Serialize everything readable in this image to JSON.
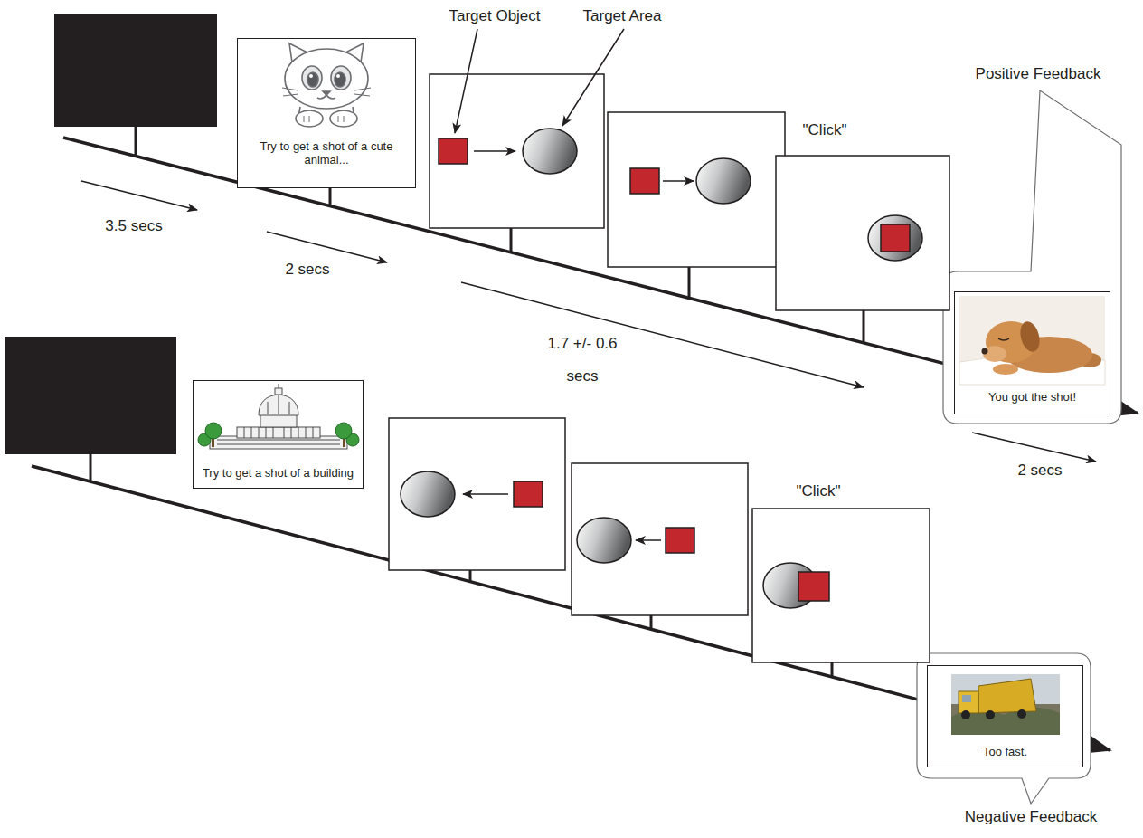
{
  "diagram": {
    "nodes": [
      {
        "text": [
          "Try to get a shot of a cute animal..."
        ]
      },
      {
        "text": [
          "You got the shot!"
        ]
      },
      {
        "text": [
          "Try to get a shot of a building"
        ]
      },
      {
        "text": [
          "Too fast."
        ]
      }
    ],
    "labels": [
      "Target Object",
      "Target Area",
      "\"Click\"",
      "Positive Feedback",
      "3.5 secs",
      "2 secs",
      "1.7 +/- 0.6 secs",
      "2 secs",
      "\"Click\"",
      "Negative Feedback"
    ]
  }
}
